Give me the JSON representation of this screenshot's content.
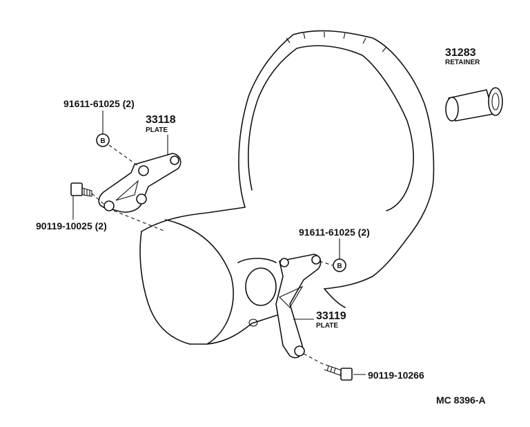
{
  "labels": {
    "retainer_pn": "31283",
    "retainer_name": "RETAINER",
    "bolt_top_pn": "91611-61025 (2)",
    "plate_top_pn": "33118",
    "plate_top_name": "PLATE",
    "bolt_left_pn": "90119-10025 (2)",
    "bolt_mid_pn": "91611-61025 (2)",
    "plate_bottom_pn": "33119",
    "plate_bottom_name": "PLATE",
    "bolt_bottom_pn": "90119-10266",
    "callout_b_top": "B",
    "callout_b_mid": "B",
    "diagram_code": "MC 8396-A"
  }
}
